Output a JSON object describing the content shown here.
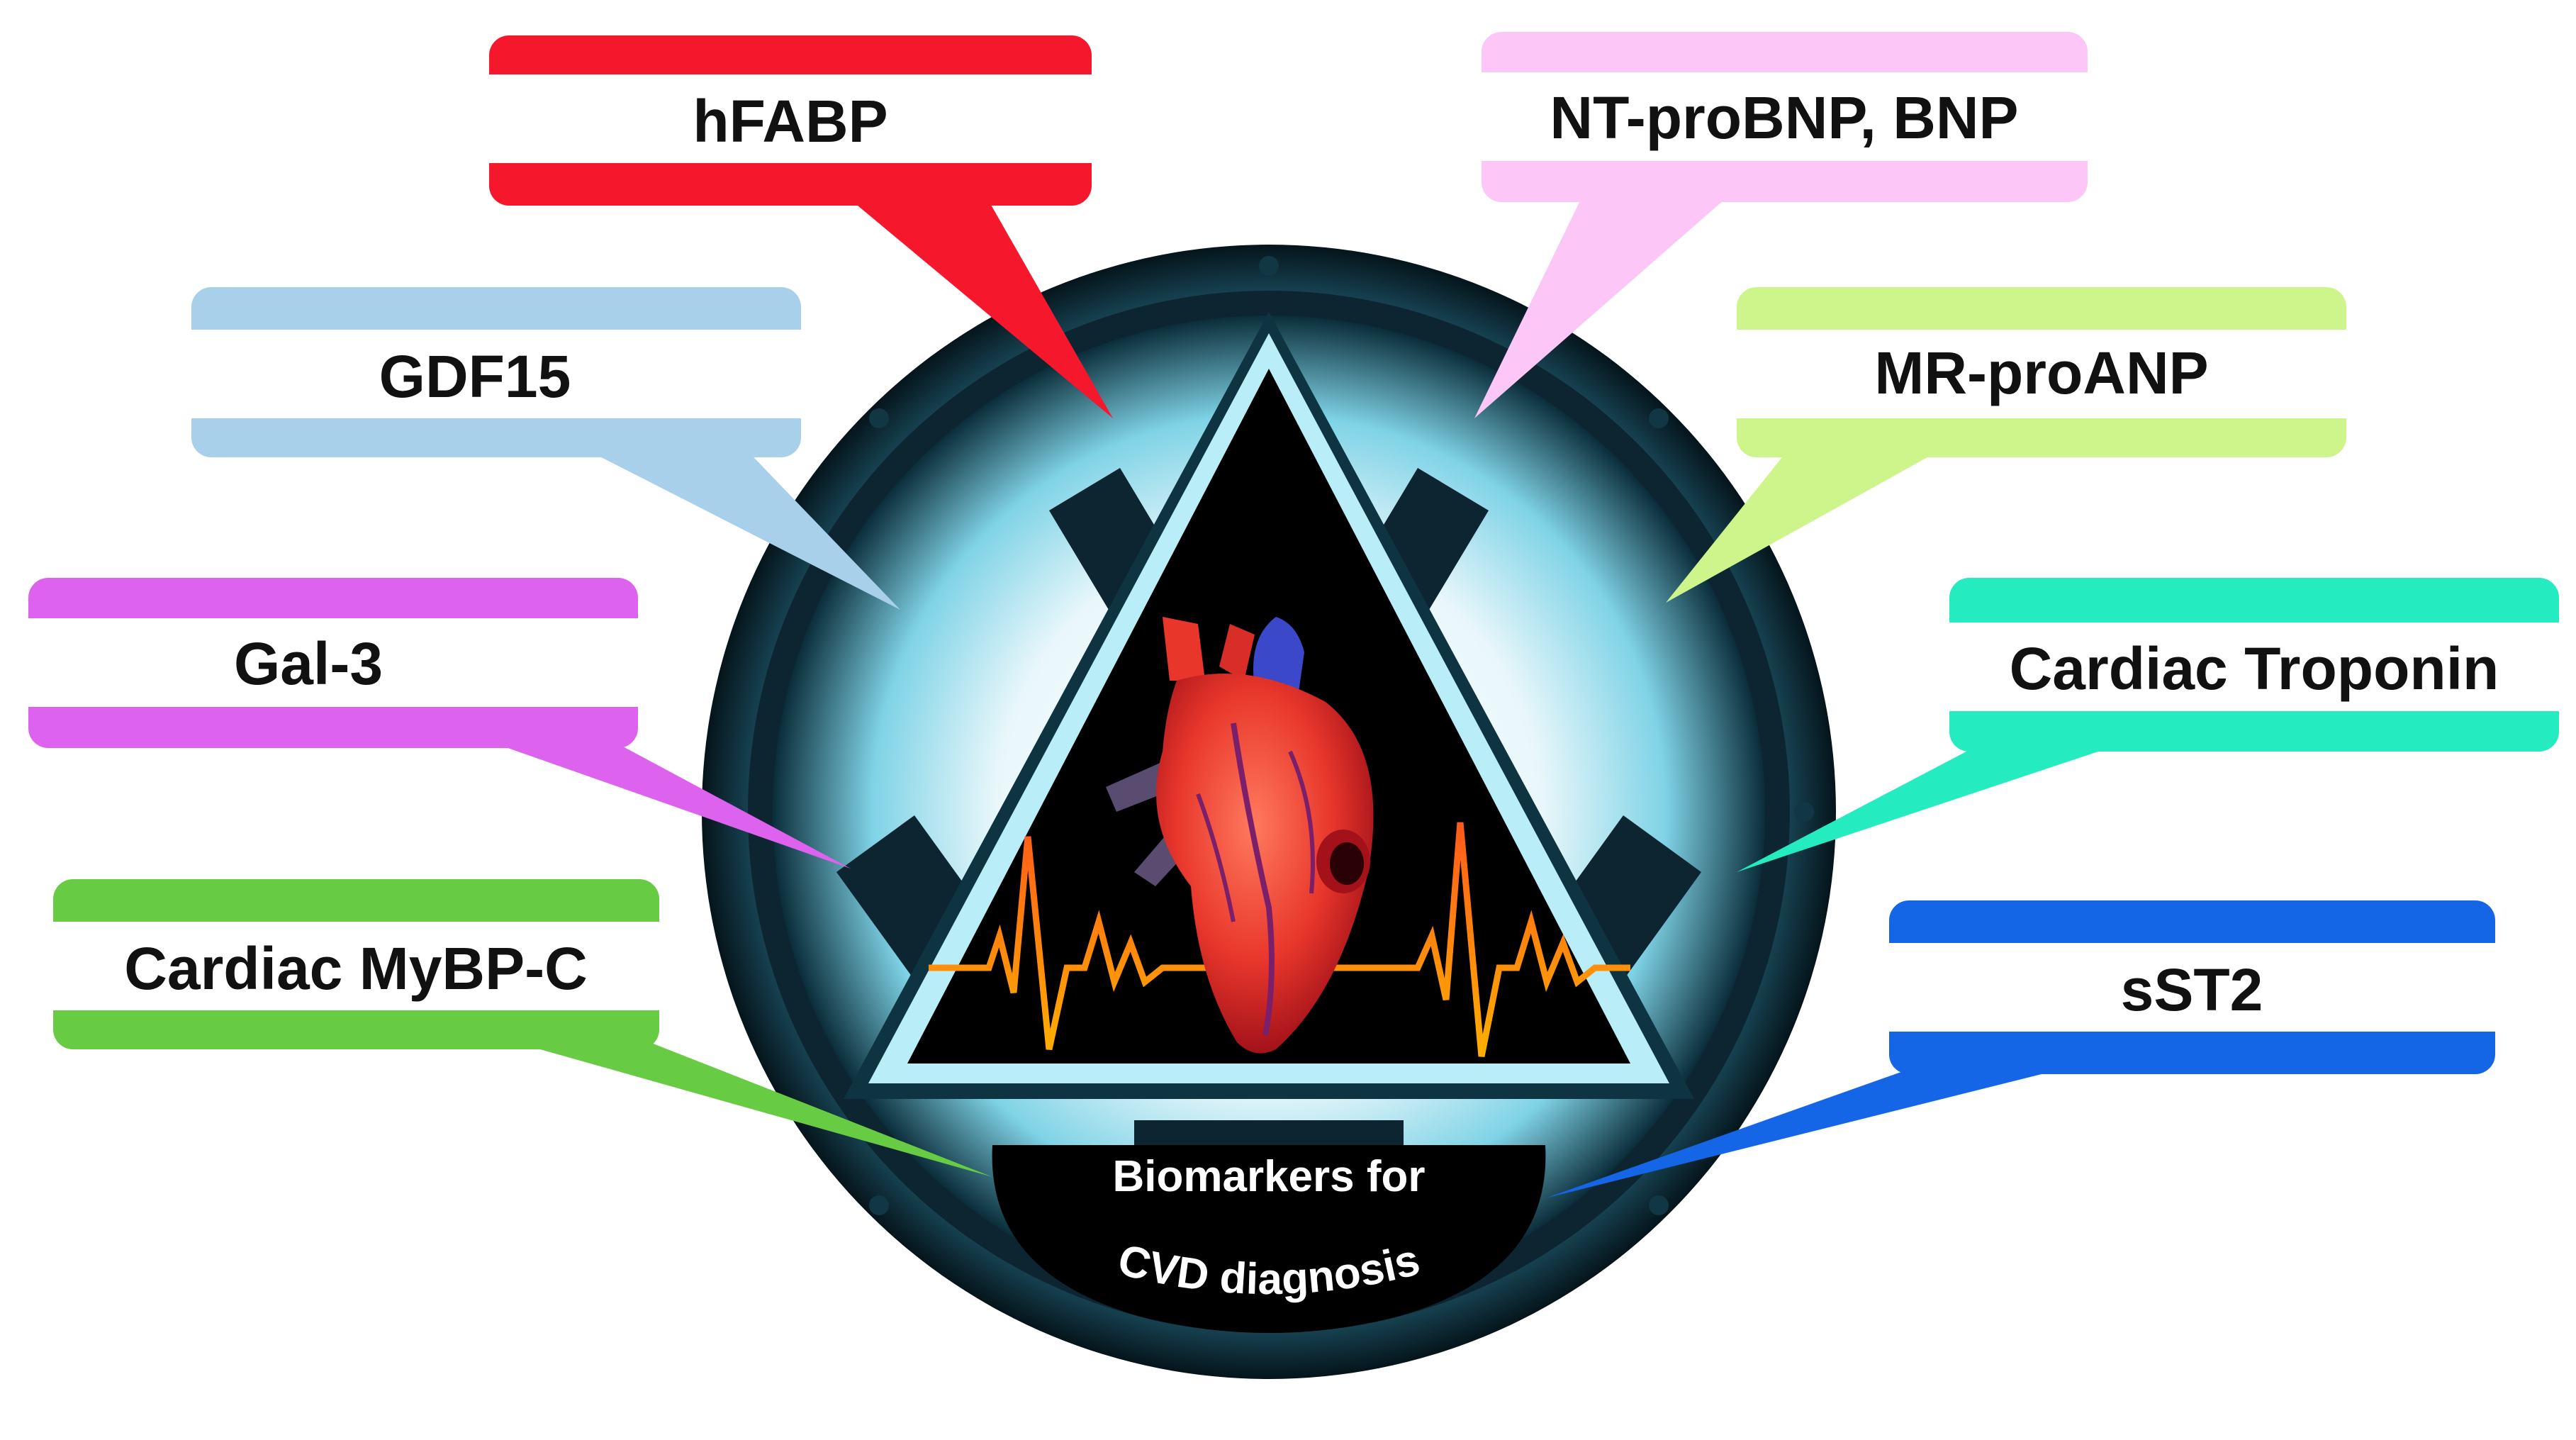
{
  "diagram": {
    "center_lines": [
      "Biomarkers for",
      "CVD diagnosis"
    ],
    "callouts": [
      {
        "id": "hfabp",
        "label": "hFABP",
        "color": "#f5182d"
      },
      {
        "id": "ntprobnp",
        "label": "NT-proBNP, BNP",
        "color": "#fcc6f6"
      },
      {
        "id": "gdf15",
        "label": "GDF15",
        "color": "#a9d0ea"
      },
      {
        "id": "mrproanp",
        "label": "MR-proANP",
        "color": "#cdf58c"
      },
      {
        "id": "gal3",
        "label": "Gal-3",
        "color": "#dd63ef"
      },
      {
        "id": "troponin",
        "label": "Cardiac Troponin",
        "color": "#25ebc1"
      },
      {
        "id": "mybpc",
        "label": "Cardiac MyBP-C",
        "color": "#67cc43"
      },
      {
        "id": "sst2",
        "label": "sST2",
        "color": "#1566e6"
      }
    ]
  }
}
